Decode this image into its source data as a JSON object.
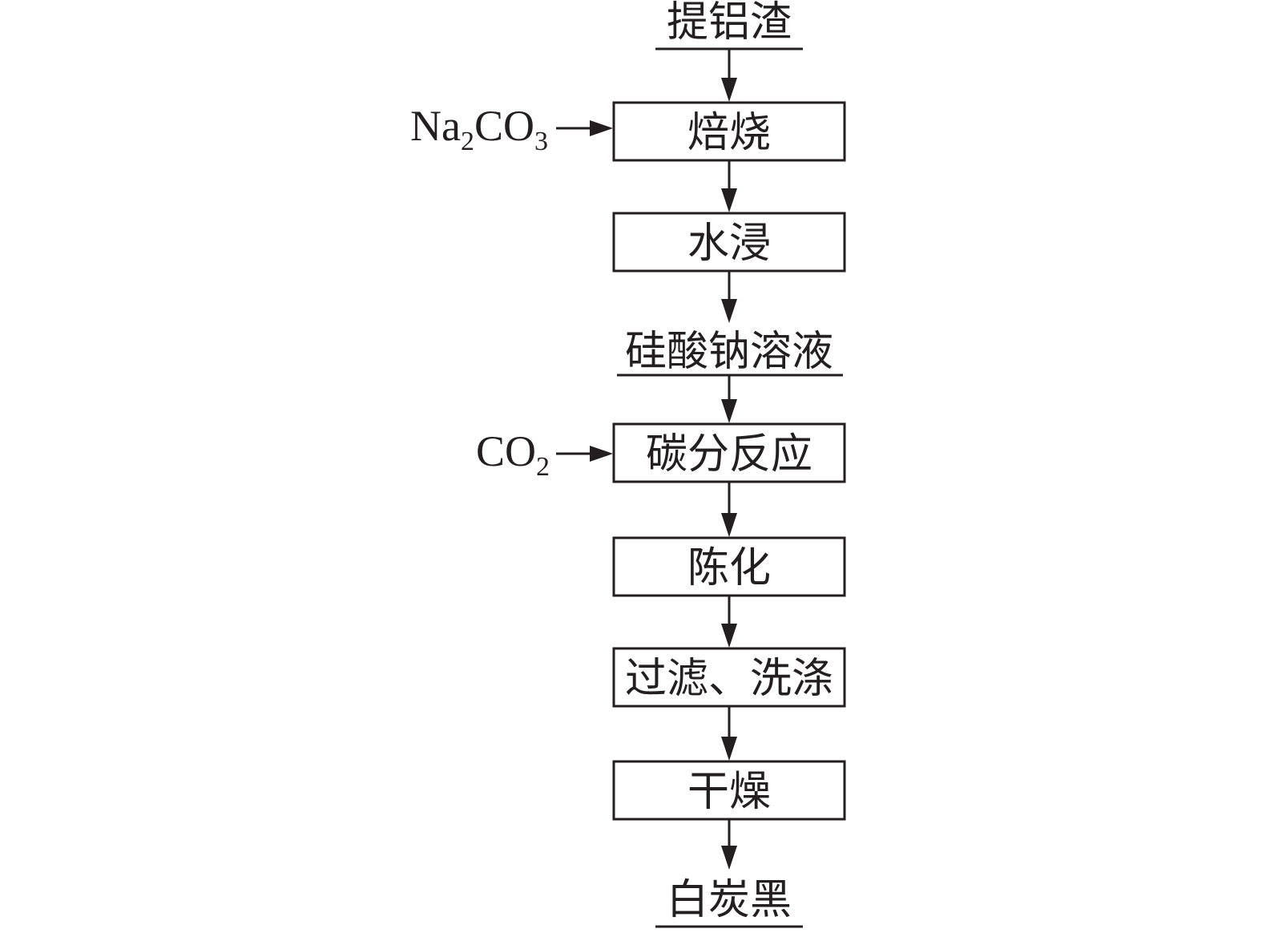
{
  "diagram": {
    "start_material": "提铝渣",
    "steps": {
      "roasting": "焙烧",
      "water_leaching": "水浸",
      "carbonation": "碳分反应",
      "aging": "陈化",
      "filter_wash": "过滤、洗涤",
      "drying": "干燥"
    },
    "intermediate": "硅酸钠溶液",
    "product": "白炭黑",
    "inputs": {
      "na2co3": {
        "main": "Na",
        "sub1": "2",
        "mid": "CO",
        "sub2": "3"
      },
      "co2": {
        "main": "CO",
        "sub": "2"
      }
    },
    "colors": {
      "stroke": "#231f20",
      "background": "#ffffff"
    }
  }
}
